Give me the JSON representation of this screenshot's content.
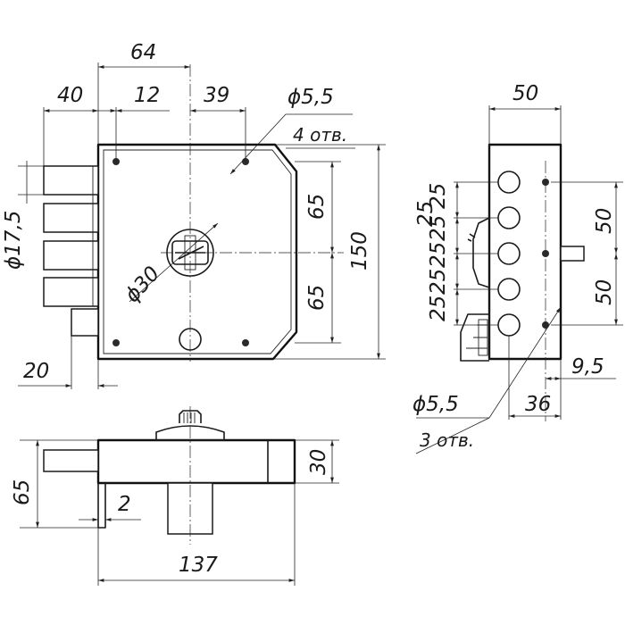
{
  "front_view": {
    "dims": {
      "width_64": "64",
      "bolt_40": "40",
      "off_12": "12",
      "off_39": "39",
      "hole_dia": "ϕ5,5",
      "holes_count": "4 отв.",
      "v65_top": "65",
      "v65_bot": "65",
      "height_150": "150",
      "bolt_dia": "ϕ17,5",
      "cyl_dia": "ϕ30",
      "latch_20": "20"
    }
  },
  "side_view": {
    "dims": {
      "width_50": "50",
      "p25_a": "25",
      "p25_b": "25",
      "p25_c": "25",
      "p25_d": "25",
      "p25_e": "25",
      "p25_f": "25",
      "v50_top": "50",
      "v50_bot": "50",
      "d95": "9,5",
      "d36": "36",
      "hole_dia": "ϕ5,5",
      "holes_count": "3 отв."
    }
  },
  "top_view": {
    "dims": {
      "h65": "65",
      "h30": "30",
      "gap2": "2",
      "len137": "137"
    }
  }
}
